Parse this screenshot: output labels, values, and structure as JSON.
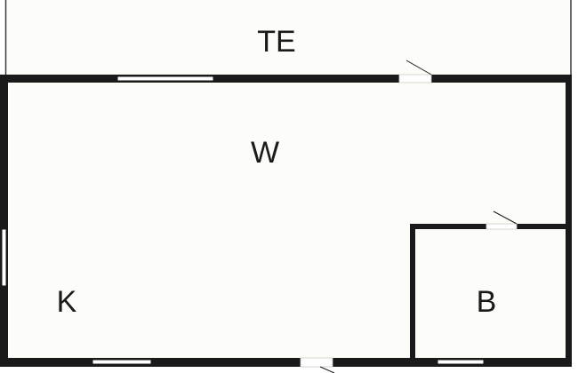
{
  "floor_plan": {
    "colors": {
      "background": "#fcfcf8",
      "wall": "#1a1a1a",
      "terrace_line": "#3a3a3a",
      "opening": "#ffffff"
    },
    "rooms": [
      {
        "id": "terrace",
        "label": "TE"
      },
      {
        "id": "living",
        "label": "W"
      },
      {
        "id": "kitchen",
        "label": "K"
      },
      {
        "id": "bathroom",
        "label": "B"
      }
    ]
  }
}
